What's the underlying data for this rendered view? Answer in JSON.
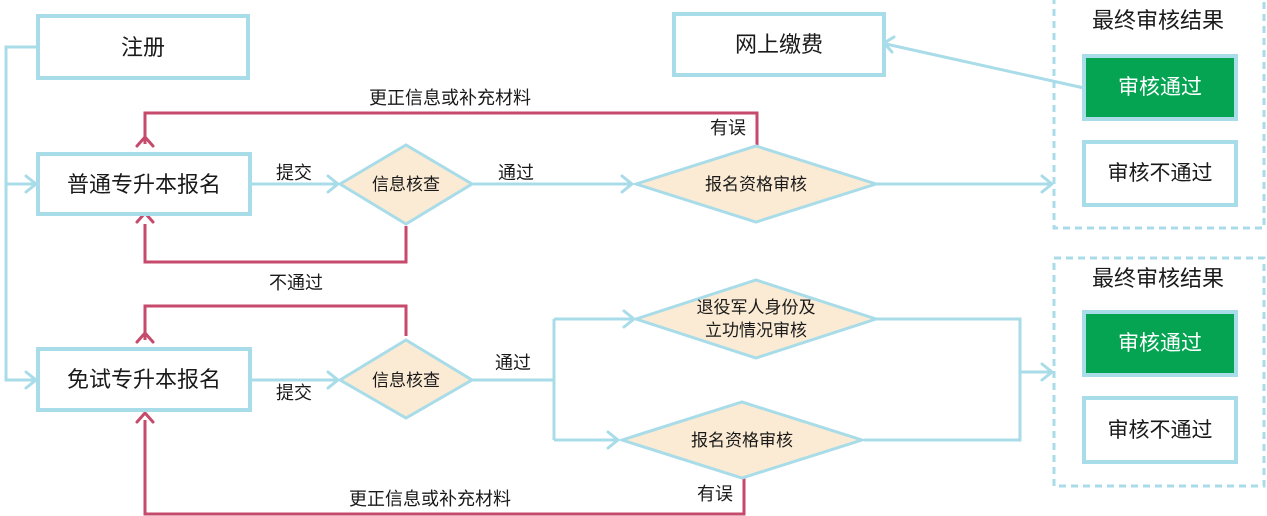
{
  "nodes": {
    "register": "注册",
    "online_payment": "网上缴费",
    "normal_apply": "普通专升本报名",
    "exempt_apply": "免试专升本报名",
    "info_check_1": "信息核查",
    "info_check_2": "信息核查",
    "qualification_review_1": "报名资格审核",
    "qualification_review_2": "报名资格审核",
    "veteran_review_line1": "退役军人身份及",
    "veteran_review_line2": "立功情况审核"
  },
  "result_groups": [
    {
      "title": "最终审核结果",
      "pass": "审核通过",
      "fail": "审核不通过"
    },
    {
      "title": "最终审核结果",
      "pass": "审核通过",
      "fail": "审核不通过"
    }
  ],
  "edge_labels": {
    "submit_1": "提交",
    "submit_2": "提交",
    "pass_1": "通过",
    "pass_2": "通过",
    "fail_1": "不通过",
    "error_1": "有误",
    "error_2": "有误",
    "correct_1": "更正信息或补充材料",
    "correct_2": "更正信息或补充材料"
  },
  "colors": {
    "box_border": "#a8dce8",
    "diamond_fill": "#fcebd4",
    "pass_fill": "#04a453",
    "error_line": "#c54a6b"
  }
}
